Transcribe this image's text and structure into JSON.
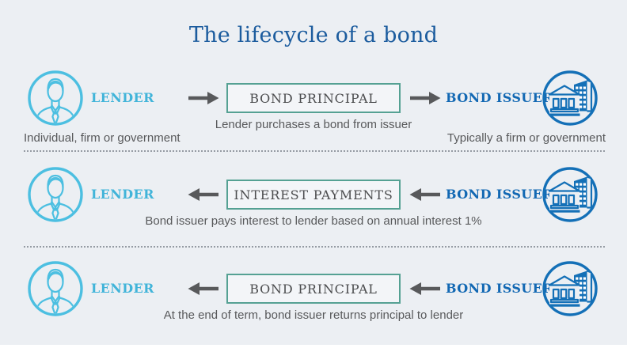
{
  "title": "The lifecycle of a bond",
  "colors": {
    "background": "#ECEFF3",
    "title_blue": "#1C5C9E",
    "lender_light_blue": "#41B4D9",
    "person_icon_blue": "#4CBFE1",
    "issuer_dark_blue": "#1268B3",
    "box_border_teal": "#55A193",
    "box_fill": "#F3F5F8",
    "arrow_gray": "#58595B",
    "caption_gray": "#58595B",
    "dotted_line_gray": "#959BA3"
  },
  "icons": {
    "lender": "person-icon",
    "issuer": "bank-building-icon",
    "forward": "arrow-right-icon",
    "backward": "arrow-left-icon"
  },
  "rows": [
    {
      "lender_label": "LENDER",
      "flow_box_label": "BOND PRINCIPAL",
      "direction": "right",
      "issuer_label": "BOND ISSUER",
      "caption": "Lender purchases a bond from issuer",
      "lender_sublabel": "Individual, firm or government",
      "issuer_sublabel": "Typically a firm or government"
    },
    {
      "lender_label": "LENDER",
      "flow_box_label": "INTEREST PAYMENTS",
      "direction": "left",
      "issuer_label": "BOND ISSUER",
      "caption": "Bond issuer pays interest to lender based on annual interest 1%"
    },
    {
      "lender_label": "LENDER",
      "flow_box_label": "BOND PRINCIPAL",
      "direction": "left",
      "issuer_label": "BOND ISSUER",
      "caption": "At the end of term, bond issuer returns principal to lender"
    }
  ]
}
